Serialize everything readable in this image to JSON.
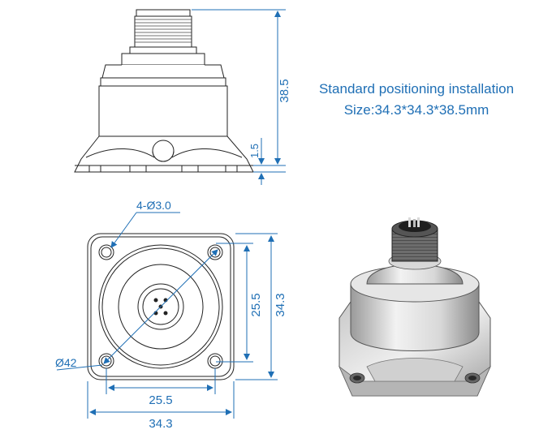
{
  "caption": {
    "line1": "Standard positioning installation",
    "line2": "Size:34.3*34.3*38.5mm"
  },
  "side_view": {
    "height_dim": "38.5",
    "base_dim": "1.5"
  },
  "bottom_view": {
    "hole_label": "4-Ø3.0",
    "circle_label": "Ø42",
    "inner_vertical": "25.5",
    "outer_vertical": "34.3",
    "inner_horizontal": "25.5",
    "outer_horizontal": "34.3"
  },
  "colors": {
    "dimension": "#1f6fb5",
    "outline": "#222222",
    "metal_light": "#e8e8e8",
    "metal_dark": "#9a9a9a"
  }
}
